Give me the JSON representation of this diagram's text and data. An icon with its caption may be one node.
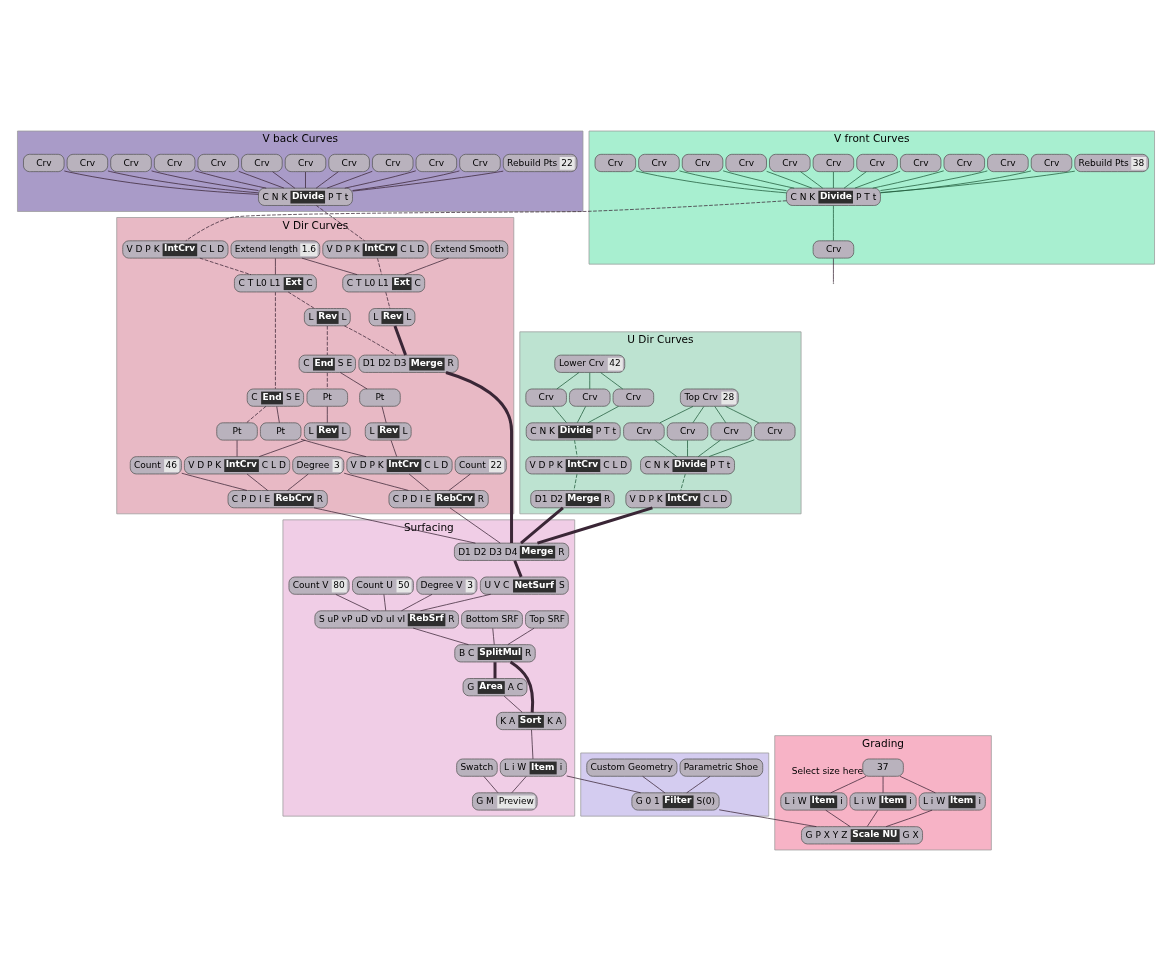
{
  "diagram": {
    "nodes": [
      {
        "text": [
          "V back Curves"
        ]
      },
      {
        "text": [
          "Rebuild Pts",
          "22"
        ],
        "in": 0
      },
      {
        "text": [
          "Crv"
        ],
        "in": 0
      },
      {
        "text": [
          "Crv"
        ],
        "in": 0
      },
      {
        "text": [
          "Crv"
        ],
        "in": 0
      },
      {
        "text": [
          "Crv"
        ],
        "in": 0
      },
      {
        "text": [
          "Crv"
        ],
        "in": 0
      },
      {
        "text": [
          "C N K",
          "Divide",
          "P T t"
        ],
        "in": 0
      },
      {
        "text": [
          "Crv"
        ],
        "in": 0
      },
      {
        "text": [
          "Crv"
        ],
        "in": 0
      },
      {
        "text": [
          "Crv"
        ],
        "in": 0
      },
      {
        "text": [
          "Crv"
        ],
        "in": 0
      },
      {
        "text": [
          "Crv"
        ],
        "in": 0
      },
      {
        "text": [
          "Crv"
        ],
        "in": 0
      },
      {
        "text": [
          "V front Curves"
        ]
      },
      {
        "text": [
          "Rebuild Pts",
          "38"
        ],
        "in": 14
      },
      {
        "text": [
          "Crv"
        ],
        "in": 14
      },
      {
        "text": [
          "Crv"
        ],
        "in": 14
      },
      {
        "text": [
          "Crv"
        ],
        "in": 14
      },
      {
        "text": [
          "Crv"
        ],
        "in": 14
      },
      {
        "text": [
          "Crv"
        ],
        "in": 14
      },
      {
        "text": [
          "Crv"
        ],
        "in": 14
      },
      {
        "text": [
          "C N K",
          "Divide",
          "P T t"
        ],
        "in": 14
      },
      {
        "text": [
          "Crv"
        ],
        "in": 14
      },
      {
        "text": [
          "Crv"
        ],
        "in": 14
      },
      {
        "text": [
          "Crv"
        ],
        "in": 14
      },
      {
        "text": [
          "Crv"
        ],
        "in": 14
      },
      {
        "text": [
          "Crv"
        ],
        "in": 14
      },
      {
        "text": [
          "Crv"
        ],
        "in": 14
      },
      {
        "text": [
          "V Dir Curves"
        ]
      },
      {
        "text": [
          "V D P K",
          "IntCrv",
          "C L D"
        ],
        "in": 29
      },
      {
        "text": [
          "C T L0 L1",
          "Ext",
          "C"
        ],
        "in": 29
      },
      {
        "text": [
          "V D P K",
          "IntCrv",
          "C L D"
        ],
        "in": 29
      },
      {
        "text": [
          "C T L0 L1",
          "Ext",
          "C"
        ],
        "in": 29
      },
      {
        "text": [
          "C",
          "End",
          "S E"
        ],
        "in": 29
      },
      {
        "text": [
          "Pt"
        ],
        "in": 29
      },
      {
        "text": [
          "V D P K",
          "IntCrv",
          "C L D"
        ],
        "in": 29
      },
      {
        "text": [
          "C P D I E",
          "RebCrv",
          "R"
        ],
        "in": 29
      },
      {
        "text": [
          "L",
          "Rev",
          "L"
        ],
        "in": 29
      },
      {
        "text": [
          "C",
          "End",
          "S E"
        ],
        "in": 29
      },
      {
        "text": [
          "Pt"
        ],
        "in": 29
      },
      {
        "text": [
          "L",
          "Rev",
          "L"
        ],
        "in": 29
      },
      {
        "text": [
          "Extend Smooth"
        ],
        "in": 29
      },
      {
        "text": [
          "Extend length",
          "1.6"
        ],
        "in": 29
      },
      {
        "text": [
          "Count",
          "22"
        ],
        "in": 29
      },
      {
        "text": [
          "Degree",
          "3"
        ],
        "in": 29
      },
      {
        "text": [
          "L",
          "Rev",
          "L"
        ],
        "in": 29
      },
      {
        "text": [
          "Count",
          "46"
        ],
        "in": 29
      },
      {
        "text": [
          "Pt"
        ],
        "in": 29
      },
      {
        "text": [
          "V D P K",
          "IntCrv",
          "C L D"
        ],
        "in": 29
      },
      {
        "text": [
          "C P D I E",
          "RebCrv",
          "R"
        ],
        "in": 29
      },
      {
        "text": [
          "D1 D2 D3",
          "Merge",
          "R"
        ],
        "in": 29
      },
      {
        "text": [
          "Pt"
        ],
        "in": 29
      },
      {
        "text": [
          "L",
          "Rev",
          "L"
        ],
        "in": 29
      },
      {
        "text": [],
        "shape": "box"
      },
      {
        "text": [
          "Parametric Shoe"
        ],
        "in": 54
      },
      {
        "text": [
          "Custom Geometry"
        ],
        "in": 54
      },
      {
        "text": [
          "G 0 1",
          "Filter",
          "S(0)"
        ],
        "in": 54
      },
      {
        "text": [
          "U Dir Curves"
        ]
      },
      {
        "text": [
          "Crv"
        ],
        "in": 58
      },
      {
        "text": [
          "C N K",
          "Divide",
          "P T t"
        ],
        "in": 58
      },
      {
        "text": [
          "Crv"
        ],
        "in": 58
      },
      {
        "text": [
          "Crv"
        ],
        "in": 58
      },
      {
        "text": [
          "V D P K",
          "IntCrv",
          "C L D"
        ],
        "in": 58
      },
      {
        "text": [
          "Crv"
        ],
        "in": 58
      },
      {
        "text": [
          "V D P K",
          "IntCrv",
          "C L D"
        ],
        "in": 58
      },
      {
        "text": [
          "Top Crv",
          "28"
        ],
        "in": 58
      },
      {
        "text": [
          "Lower Crv",
          "42"
        ],
        "in": 58
      },
      {
        "text": [
          "Crv"
        ],
        "in": 58
      },
      {
        "text": [
          "D1 D2",
          "Merge",
          "R"
        ],
        "in": 58
      },
      {
        "text": [
          "Crv"
        ],
        "in": 58
      },
      {
        "text": [
          "Crv"
        ],
        "in": 58
      },
      {
        "text": [
          "C N K",
          "Divide",
          "P T t"
        ],
        "in": 58
      },
      {
        "text": [
          "Surfacing"
        ]
      },
      {
        "text": [
          "D1 D2 D3 D4",
          "Merge",
          "R"
        ],
        "in": 73
      },
      {
        "text": [
          "U V C",
          "NetSurf",
          "S"
        ],
        "in": 73
      },
      {
        "text": [
          "S uP vP uD vD uI vI",
          "RebSrf",
          "R"
        ],
        "in": 73
      },
      {
        "text": [
          "Top SRF"
        ],
        "in": 73
      },
      {
        "text": [
          "Bottom SRF"
        ],
        "in": 73
      },
      {
        "text": [
          "B C",
          "SplitMul",
          "R"
        ],
        "in": 73
      },
      {
        "text": [
          "G",
          "Area",
          "A C"
        ],
        "in": 73
      },
      {
        "text": [
          "K A",
          "Sort",
          "K A"
        ],
        "in": 73
      },
      {
        "text": [
          "L i W",
          "Item",
          "i"
        ],
        "in": 73
      },
      {
        "text": [
          "G M",
          "Preview"
        ],
        "in": 73
      },
      {
        "text": [
          "Degree V",
          "3"
        ],
        "in": 73
      },
      {
        "text": [
          "Count U",
          "50"
        ],
        "in": 73
      },
      {
        "text": [
          "Count V",
          "80"
        ],
        "in": 73
      },
      {
        "text": [
          "Swatch"
        ],
        "in": 73
      },
      {
        "text": [
          "Grading"
        ]
      },
      {
        "text": [
          "L i W",
          "Item",
          "i"
        ],
        "in": 88
      },
      {
        "text": [
          "G P X Y Z",
          "Scale NU",
          "G X"
        ],
        "in": 88
      },
      {
        "text": [
          "L i W",
          "Item",
          "i"
        ],
        "in": 88
      },
      {
        "text": [
          "L i W",
          "Item",
          "i"
        ],
        "in": 88
      },
      {
        "text": [
          "37"
        ],
        "beside": [
          "Select size here"
        ],
        "in": 88
      }
    ],
    "edges": [
      {
        "from": 1,
        "to": 7,
        "arrow": "none"
      },
      {
        "from": 2,
        "to": 7,
        "arrow": "none"
      },
      {
        "from": 3,
        "to": 7,
        "arrow": "none"
      },
      {
        "from": 4,
        "to": 7,
        "arrow": "none"
      },
      {
        "from": 5,
        "to": 7,
        "arrow": "none"
      },
      {
        "from": 6,
        "to": 7,
        "arrow": "none"
      },
      {
        "from": 8,
        "to": 7,
        "arrow": "none"
      },
      {
        "from": 9,
        "to": 7,
        "arrow": "none"
      },
      {
        "from": 10,
        "to": 7,
        "arrow": "none"
      },
      {
        "from": 11,
        "to": 7,
        "arrow": "none"
      },
      {
        "from": 12,
        "to": 7,
        "arrow": "none"
      },
      {
        "from": 13,
        "to": 7,
        "arrow": "none"
      },
      {
        "from": 7,
        "to": 30,
        "arrow": "none",
        "style": "dashed"
      },
      {
        "from": 15,
        "to": 22,
        "arrow": "none",
        "color": "#1f5a3a"
      },
      {
        "from": 16,
        "to": 22,
        "arrow": "none",
        "color": "#1f5a3a"
      },
      {
        "from": 17,
        "to": 22,
        "arrow": "none",
        "color": "#1f5a3a"
      },
      {
        "from": 18,
        "to": 22,
        "arrow": "none",
        "color": "#1f5a3a"
      },
      {
        "from": 19,
        "to": 22,
        "arrow": "none",
        "color": "#1f5a3a"
      },
      {
        "from": 20,
        "to": 22,
        "arrow": "none",
        "color": "#1f5a3a"
      },
      {
        "from": 21,
        "to": 22,
        "arrow": "none",
        "color": "#1f5a3a"
      },
      {
        "from": 22,
        "to": 23,
        "arrow": "none",
        "color": "#1f5a3a"
      },
      {
        "from": 23,
        "to": null,
        "arrow": "none"
      },
      {
        "from": 24,
        "to": 22,
        "arrow": "none",
        "color": "#1f5a3a"
      },
      {
        "from": 25,
        "to": 22,
        "arrow": "none",
        "color": "#1f5a3a"
      },
      {
        "from": 26,
        "to": 22,
        "arrow": "none",
        "color": "#1f5a3a"
      },
      {
        "from": 27,
        "to": 22,
        "arrow": "none",
        "color": "#1f5a3a"
      },
      {
        "from": 28,
        "to": 22,
        "arrow": "none",
        "color": "#1f5a3a"
      },
      {
        "from": 22,
        "to": 32,
        "arrow": "none",
        "style": "dashed"
      },
      {
        "from": 30,
        "to": 31,
        "arrow": "none",
        "style": "dashed"
      },
      {
        "from": 42,
        "to": 31,
        "arrow": "none"
      },
      {
        "from": 43,
        "to": 31,
        "arrow": "none"
      },
      {
        "from": 43,
        "to": 33,
        "arrow": "none"
      },
      {
        "from": 31,
        "to": 46,
        "arrow": "none",
        "style": "dashed"
      },
      {
        "from": 32,
        "to": 33,
        "arrow": "none",
        "style": "dashed"
      },
      {
        "from": 33,
        "to": 34,
        "arrow": "none",
        "style": "dashed"
      },
      {
        "from": 33,
        "to": 38,
        "arrow": "none",
        "style": "dashed"
      },
      {
        "from": 38,
        "to": 39,
        "arrow": "none",
        "style": "dashed"
      },
      {
        "from": 38,
        "to": 51,
        "arrow": "none",
        "style": "dashed"
      },
      {
        "from": 46,
        "to": 51,
        "arrow": "none",
        "style": "thick"
      },
      {
        "from": 34,
        "to": 35,
        "arrow": "none"
      },
      {
        "from": 34,
        "to": 48,
        "arrow": "none",
        "style": "dashed"
      },
      {
        "from": 39,
        "to": 40,
        "arrow": "none"
      },
      {
        "from": 39,
        "to": 52,
        "arrow": "none",
        "style": "dashed"
      },
      {
        "from": 35,
        "to": 36,
        "arrow": "none"
      },
      {
        "from": 40,
        "to": 41,
        "arrow": "none"
      },
      {
        "from": 41,
        "to": 36,
        "arrow": "none"
      },
      {
        "from": 36,
        "to": 37,
        "arrow": "none"
      },
      {
        "from": 44,
        "to": 37,
        "arrow": "none"
      },
      {
        "from": 45,
        "to": 37,
        "arrow": "none"
      },
      {
        "from": 45,
        "to": 50,
        "arrow": "none"
      },
      {
        "from": 47,
        "to": 50,
        "arrow": "none"
      },
      {
        "from": 48,
        "to": 49,
        "arrow": "none"
      },
      {
        "from": 52,
        "to": 53,
        "arrow": "none"
      },
      {
        "from": 53,
        "to": 49,
        "arrow": "none"
      },
      {
        "from": 49,
        "to": 50,
        "arrow": "none"
      },
      {
        "from": 37,
        "to": 74,
        "arrow": "none"
      },
      {
        "from": 50,
        "to": 74,
        "arrow": "none"
      },
      {
        "from": 51,
        "to": 74,
        "arrow": "none",
        "style": "thick"
      },
      {
        "from": 55,
        "to": 57,
        "arrow": "none"
      },
      {
        "from": 56,
        "to": 57,
        "arrow": "none"
      },
      {
        "from": 82,
        "to": 57,
        "arrow": "none"
      },
      {
        "from": 57,
        "to": 90,
        "arrow": "none"
      },
      {
        "from": 66,
        "to": 59,
        "arrow": "none",
        "color": "#1f5a3a"
      },
      {
        "from": 66,
        "to": 61,
        "arrow": "none",
        "color": "#1f5a3a"
      },
      {
        "from": 66,
        "to": 62,
        "arrow": "none",
        "color": "#1f5a3a"
      },
      {
        "from": 66,
        "to": 64,
        "arrow": "none",
        "color": "#1f5a3a"
      },
      {
        "from": 59,
        "to": 60,
        "arrow": "none",
        "color": "#1f5a3a"
      },
      {
        "from": 61,
        "to": 60,
        "arrow": "none",
        "color": "#1f5a3a"
      },
      {
        "from": 62,
        "to": 60,
        "arrow": "none",
        "color": "#1f5a3a"
      },
      {
        "from": 64,
        "to": 60,
        "arrow": "none",
        "color": "#1f5a3a"
      },
      {
        "from": 60,
        "to": 63,
        "arrow": "none",
        "style": "dashed",
        "color": "#1f5a3a"
      },
      {
        "from": 63,
        "to": 74,
        "arrow": "none",
        "style": "thick"
      },
      {
        "from": 67,
        "to": 68,
        "arrow": "none",
        "color": "#1f5a3a"
      },
      {
        "from": 67,
        "to": 70,
        "arrow": "none",
        "color": "#1f5a3a"
      },
      {
        "from": 67,
        "to": 71,
        "arrow": "none",
        "color": "#1f5a3a"
      },
      {
        "from": 68,
        "to": 72,
        "arrow": "none",
        "color": "#1f5a3a"
      },
      {
        "from": 70,
        "to": 72,
        "arrow": "none",
        "color": "#1f5a3a"
      },
      {
        "from": 71,
        "to": 72,
        "arrow": "none",
        "color": "#1f5a3a"
      },
      {
        "from": 72,
        "to": 65,
        "arrow": "none",
        "style": "dashed",
        "color": "#1f5a3a"
      },
      {
        "from": 65,
        "to": 69,
        "arrow": "none",
        "style": "dashed",
        "color": "#1f5a3a"
      },
      {
        "from": 69,
        "to": 74,
        "arrow": "none",
        "style": "thick"
      },
      {
        "from": 74,
        "to": 75,
        "arrow": "none",
        "style": "thick"
      },
      {
        "from": 75,
        "to": 76,
        "arrow": "none"
      },
      {
        "from": 84,
        "to": 76,
        "arrow": "none"
      },
      {
        "from": 85,
        "to": 76,
        "arrow": "none"
      },
      {
        "from": 86,
        "to": 76,
        "arrow": "none"
      },
      {
        "from": 76,
        "to": 79,
        "arrow": "none"
      },
      {
        "from": 77,
        "to": 79,
        "arrow": "none"
      },
      {
        "from": 78,
        "to": 79,
        "arrow": "none"
      },
      {
        "from": 79,
        "to": 80,
        "arrow": "none",
        "style": "thick"
      },
      {
        "from": 79,
        "to": 81,
        "arrow": "none",
        "style": "thick"
      },
      {
        "from": 80,
        "to": 81,
        "arrow": "none"
      },
      {
        "from": 81,
        "to": 82,
        "arrow": "none"
      },
      {
        "from": 82,
        "to": 83,
        "arrow": "none"
      },
      {
        "from": 87,
        "to": 83,
        "arrow": "none"
      },
      {
        "from": 93,
        "to": 89,
        "arrow": "none"
      },
      {
        "from": 93,
        "to": 91,
        "arrow": "none"
      },
      {
        "from": 93,
        "to": 92,
        "arrow": "none"
      },
      {
        "from": 89,
        "to": 90,
        "arrow": "none"
      },
      {
        "from": 91,
        "to": 90,
        "arrow": "none"
      },
      {
        "from": 92,
        "to": 90,
        "arrow": "none"
      }
    ]
  }
}
